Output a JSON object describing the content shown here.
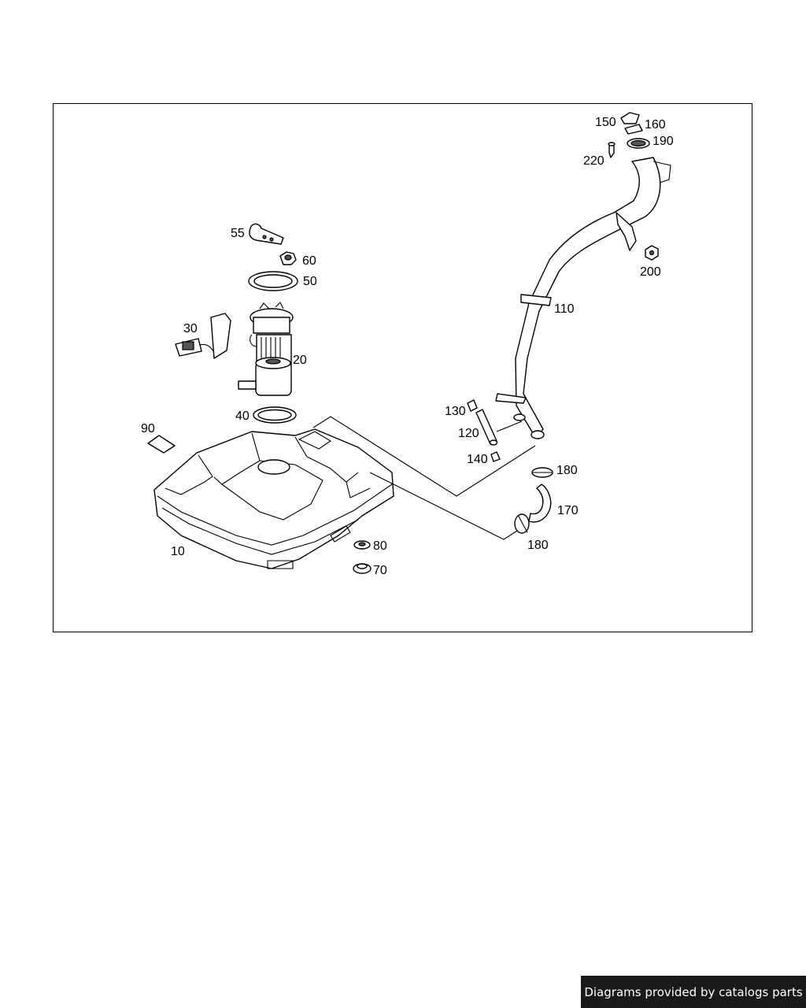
{
  "callouts": {
    "c10": "10",
    "c20": "20",
    "c30": "30",
    "c40": "40",
    "c50": "50",
    "c55": "55",
    "c60": "60",
    "c70": "70",
    "c80": "80",
    "c90": "90",
    "c110": "110",
    "c120": "120",
    "c130": "130",
    "c140": "140",
    "c150": "150",
    "c160": "160",
    "c170": "170",
    "c180a": "180",
    "c180b": "180",
    "c190": "190",
    "c200": "200",
    "c220": "220"
  },
  "credit": "Diagrams provided by catalogs parts"
}
